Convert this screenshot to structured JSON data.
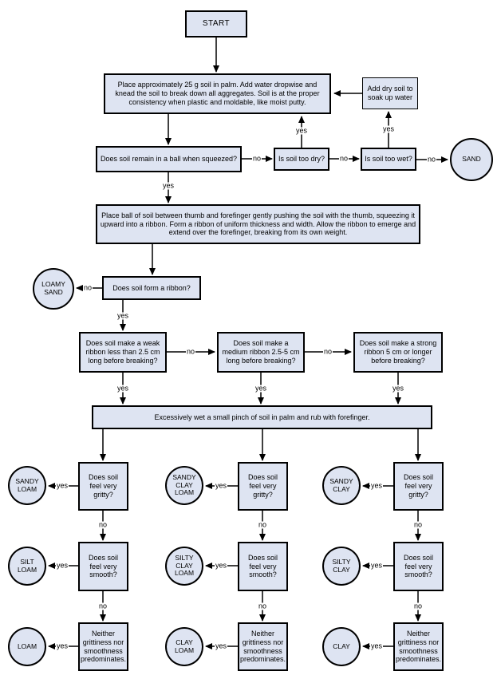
{
  "diagram": {
    "type": "flowchart",
    "labels": {
      "yes": "yes",
      "no": "no"
    },
    "colors": {
      "node_fill": "#dee4f2",
      "node_border": "#000000",
      "line": "#000000",
      "background": "#ffffff"
    },
    "nodes": {
      "start": "START",
      "knead": "Place approximately 25 g soil in palm. Add water dropwise and knead the soil to break down all aggregates. Soil is at the proper consistency when plastic and moldable, like moist putty.",
      "add_dry": "Add dry soil to soak up water",
      "q_ball": "Does soil remain in a ball when squeezed?",
      "q_dry": "Is soil too dry?",
      "q_wet": "Is soil too wet?",
      "sand": "SAND",
      "ribbon_instr": "Place ball of soil between thumb and forefinger gently pushing the soil with the thumb, squeezing it upward into a ribbon. Form a ribbon of uniform thickness and width. Allow the ribbon to emerge and extend over the forefinger, breaking from its own weight.",
      "q_form_ribbon": "Does soil form a ribbon?",
      "loamy_sand": "LOAMY SAND",
      "q_weak": "Does soil make a weak ribbon less than 2.5 cm long before breaking?",
      "q_medium": "Does soil make a medium ribbon 2.5-5 cm long before breaking?",
      "q_strong": "Does soil make a strong ribbon 5 cm or longer before breaking?",
      "wet_pinch": "Excessively wet a small pinch of soil in palm and rub with forefinger.",
      "q_gritty": "Does soil feel very gritty?",
      "q_smooth": "Does soil feel very smooth?",
      "q_neither": "Neither grittiness nor smoothness predominates.",
      "sandy_loam": "SANDY LOAM",
      "silt_loam": "SILT LOAM",
      "loam": "LOAM",
      "sandy_clay_loam": "SANDY CLAY LOAM",
      "silty_clay_loam": "SILTY CLAY LOAM",
      "clay_loam": "CLAY LOAM",
      "sandy_clay": "SANDY CLAY",
      "silty_clay": "SILTY CLAY",
      "clay": "CLAY"
    }
  }
}
